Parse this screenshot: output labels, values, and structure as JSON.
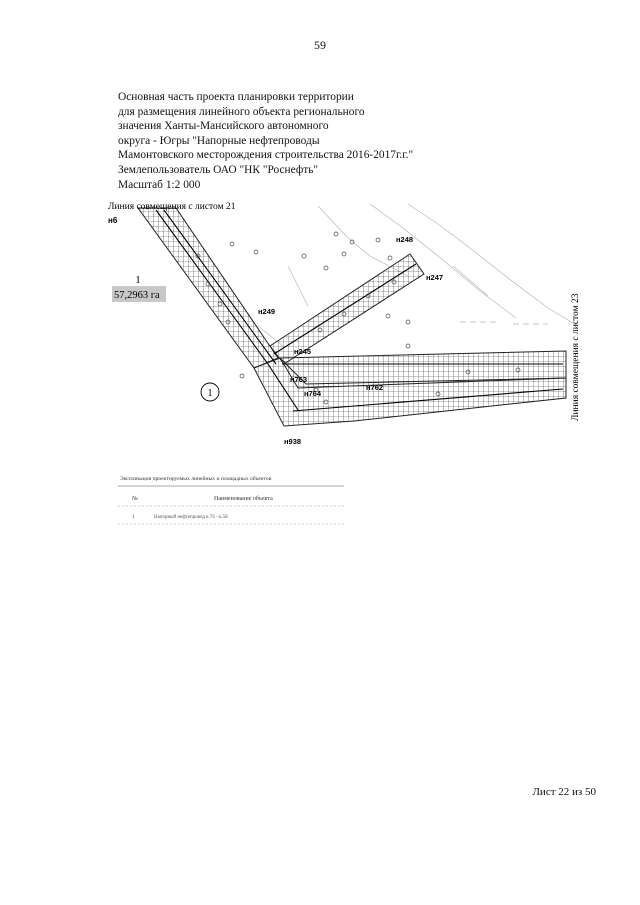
{
  "page": {
    "number": "59"
  },
  "header": {
    "lines": [
      "Основная часть проекта планировки территории",
      "для размещения линейного объекта регионального",
      "значения Ханты-Мансийского автономного",
      "округа - Югры \"Напорные нефтепроводы",
      "Мамонтовского месторождения строительства 2016-2017г.г.\"",
      "Землепользователь ОАО \"НК \"Роснефть\"",
      "Масштаб 1:2 000"
    ]
  },
  "map": {
    "match_line_top": "Линия совмещения с листом 21",
    "match_line_right": "Линия совмещения с листом 23",
    "left_edge_label": "н6",
    "area_label": {
      "number": "1",
      "area": "57,2963 га"
    },
    "zone_marker": "1",
    "point_labels": {
      "n248": "н248",
      "n247": "н247",
      "n249": "н249",
      "n245": "н245",
      "n763": "н763",
      "n762": "н762",
      "n764": "н764",
      "n938": "н938"
    }
  },
  "legend": {
    "title": "Экспликация проектируемых линейных и площадных объектов",
    "columns": [
      "№",
      "Наименование объекта"
    ],
    "rows": [
      {
        "num": "1",
        "name": "Напорный нефтепровод к.76 - к.58"
      }
    ]
  },
  "footer": {
    "sheet": "Лист 22 из 50"
  }
}
